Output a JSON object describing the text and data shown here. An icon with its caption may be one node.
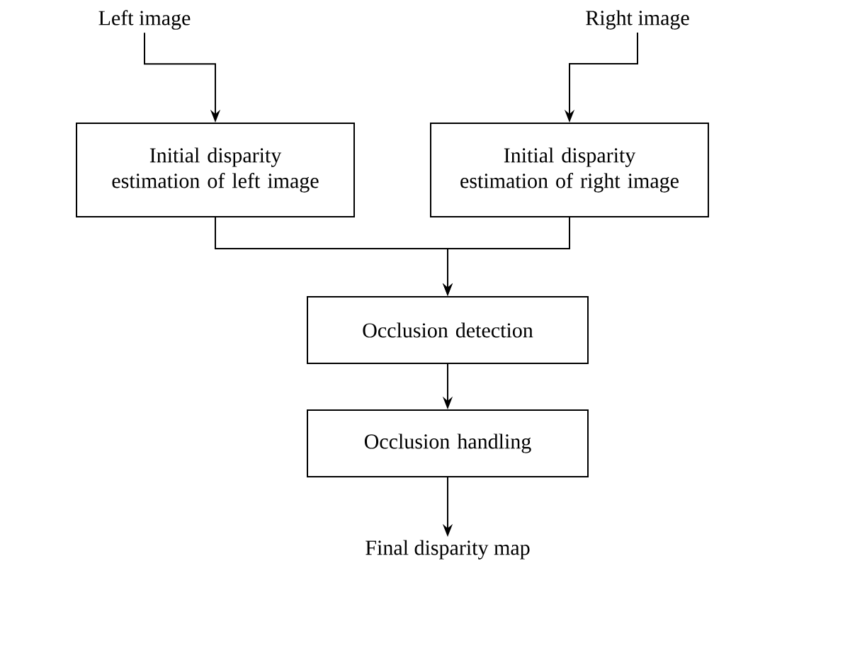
{
  "diagram": {
    "nodes": [
      {
        "text": [
          "Left image"
        ]
      },
      {
        "text": [
          "Right image"
        ]
      },
      {
        "text": [
          "Initial disparity estimation of left image"
        ]
      },
      {
        "text": [
          "Initial disparity estimation of right image"
        ]
      },
      {
        "text": [
          "Occlusion detection"
        ]
      },
      {
        "text": [
          "Occlusion handling"
        ]
      },
      {
        "text": [
          "Final disparity map"
        ]
      }
    ],
    "edges": [
      {
        "from": 0,
        "to": 2,
        "arrow": "to"
      },
      {
        "from": 1,
        "to": 3,
        "arrow": "to"
      },
      {
        "from": 2,
        "to": 4,
        "arrow": "to"
      },
      {
        "from": 3,
        "to": 4,
        "arrow": "to"
      },
      {
        "from": 4,
        "to": 5,
        "arrow": "to"
      },
      {
        "from": 5,
        "to": 6,
        "arrow": "to"
      }
    ]
  }
}
